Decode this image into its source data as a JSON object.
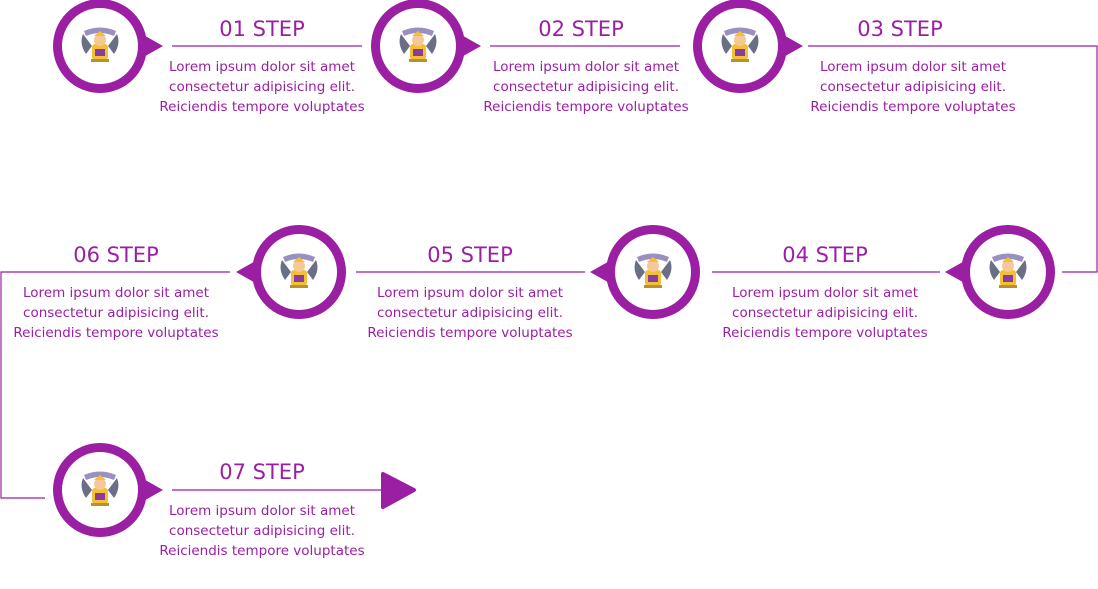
{
  "colors": {
    "accent": "#9b1fa3",
    "icon_body": "#f2c037",
    "icon_wings": "#6b6f86",
    "icon_banner": "#9a8fc0"
  },
  "icon_name": "cartoon-character-icon",
  "steps": [
    {
      "title": "01 STEP",
      "lines": [
        "Lorem ipsum dolor sit amet",
        "consectetur adipisicing elit.",
        "Reiciendis tempore voluptates"
      ]
    },
    {
      "title": "02 STEP",
      "lines": [
        "Lorem ipsum dolor sit amet",
        "consectetur adipisicing elit.",
        "Reiciendis tempore voluptates"
      ]
    },
    {
      "title": "03 STEP",
      "lines": [
        "Lorem ipsum dolor sit amet",
        "consectetur adipisicing elit.",
        "Reiciendis tempore voluptates"
      ]
    },
    {
      "title": "04 STEP",
      "lines": [
        "Lorem ipsum dolor sit amet",
        "consectetur adipisicing elit.",
        "Reiciendis tempore voluptates"
      ]
    },
    {
      "title": "05 STEP",
      "lines": [
        "Lorem ipsum dolor sit amet",
        "consectetur adipisicing elit.",
        "Reiciendis tempore voluptates"
      ]
    },
    {
      "title": "06 STEP",
      "lines": [
        "Lorem ipsum dolor sit amet",
        "consectetur adipisicing elit.",
        "Reiciendis tempore voluptates"
      ]
    },
    {
      "title": "07 STEP",
      "lines": [
        "Lorem ipsum dolor sit amet",
        "consectetur adipisicing elit.",
        "Reiciendis tempore voluptates"
      ]
    }
  ]
}
